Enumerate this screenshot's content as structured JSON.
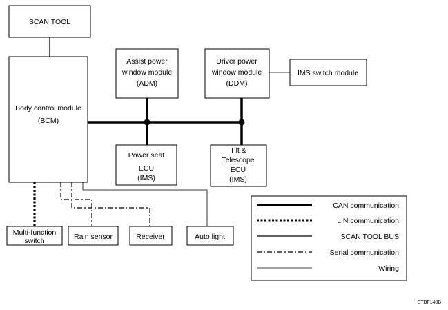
{
  "nodes": {
    "scan_tool": [
      "SCAN TOOL"
    ],
    "bcm": [
      "Body control module",
      "(BCM)"
    ],
    "adm": [
      "Assist power",
      "window module",
      "(ADM)"
    ],
    "ddm": [
      "Driver power",
      "window module",
      "(DDM)"
    ],
    "ims_switch": [
      "IMS switch module"
    ],
    "power_seat": [
      "Power seat",
      "ECU",
      "(IMS)"
    ],
    "tilt_telescope": [
      "Tilt &",
      "Telescope",
      "ECU",
      "(IMS)"
    ],
    "multi_function_switch": [
      "Multi-function",
      "switch"
    ],
    "rain_sensor": [
      "Rain sensor"
    ],
    "receiver": [
      "Receiver"
    ],
    "auto_light": [
      "Auto light"
    ]
  },
  "legend": {
    "items": [
      {
        "style": "can",
        "label": "CAN communication"
      },
      {
        "style": "lin",
        "label": "LIN communication"
      },
      {
        "style": "scan_tool_bus",
        "label": "SCAN TOOL BUS"
      },
      {
        "style": "serial",
        "label": "Serial communication"
      },
      {
        "style": "wiring",
        "label": "Wiring"
      }
    ]
  },
  "figure_code": "ETBF140B"
}
